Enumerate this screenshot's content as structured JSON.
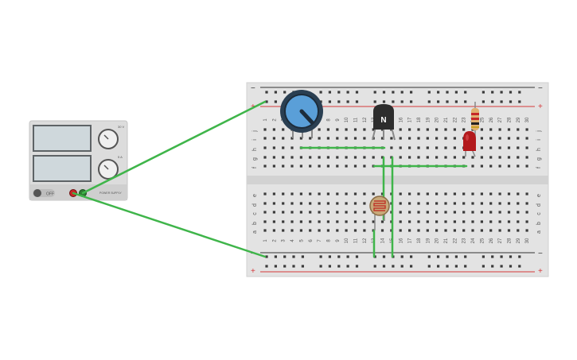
{
  "power_supply": {
    "switch_label": "OFF",
    "voltage_max_label": "30 V",
    "current_max_label": "5 A",
    "brand_label": "POWER SUPPLY"
  },
  "breadboard": {
    "row_letters_top": [
      "j",
      "i",
      "h",
      "g",
      "f"
    ],
    "row_letters_bottom": [
      "e",
      "d",
      "c",
      "b",
      "a"
    ],
    "columns": [
      "1",
      "2",
      "3",
      "4",
      "5",
      "6",
      "7",
      "8",
      "9",
      "10",
      "11",
      "12",
      "13",
      "14",
      "15",
      "16",
      "17",
      "18",
      "19",
      "20",
      "21",
      "22",
      "23",
      "24",
      "25",
      "26",
      "27",
      "28",
      "29",
      "30"
    ],
    "rail_plus": "+",
    "rail_minus": "−"
  },
  "components": {
    "transistor_label": "N"
  },
  "colors": {
    "wire": "#3fb54a",
    "rail_red": "#d6383a",
    "rail_dark": "#333333",
    "board": "#e3e3e3",
    "knob_blue": "#5a9fd8",
    "led_red": "#b3191c"
  }
}
